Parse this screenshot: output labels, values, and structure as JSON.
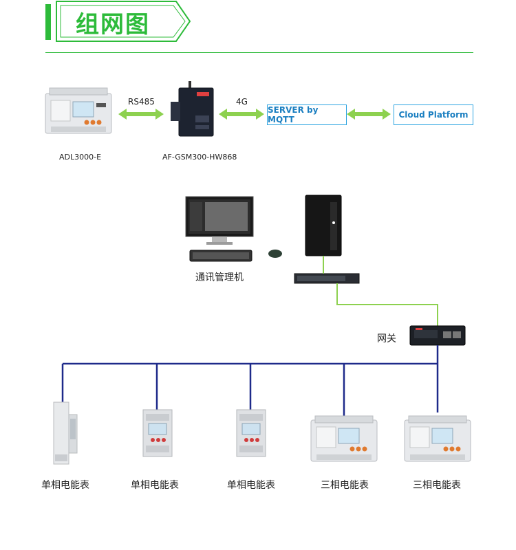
{
  "header": {
    "title": "组网图"
  },
  "colors": {
    "brand_green": "#2dbb3a",
    "link_green": "#8dd14f",
    "bus_blue": "#1e2a8a",
    "box_blue": "#2aa3e0"
  },
  "top_row": {
    "meter_label": "ADL3000-E",
    "gateway_label": "AF-GSM300-HW868",
    "link1_label": "RS485",
    "link2_label": "4G",
    "server_label": "SERVER by MQTT",
    "cloud_label": "Cloud Platform"
  },
  "network": {
    "pc_label": "通讯管理机",
    "gateway_label": "网关"
  },
  "meters": [
    {
      "label": "单相电能表",
      "icon": "single-phase-meter-icon"
    },
    {
      "label": "单相电能表",
      "icon": "single-phase-meter-icon"
    },
    {
      "label": "单相电能表",
      "icon": "single-phase-meter-icon"
    },
    {
      "label": "三相电能表",
      "icon": "three-phase-meter-icon"
    },
    {
      "label": "三相电能表",
      "icon": "three-phase-meter-icon"
    }
  ]
}
